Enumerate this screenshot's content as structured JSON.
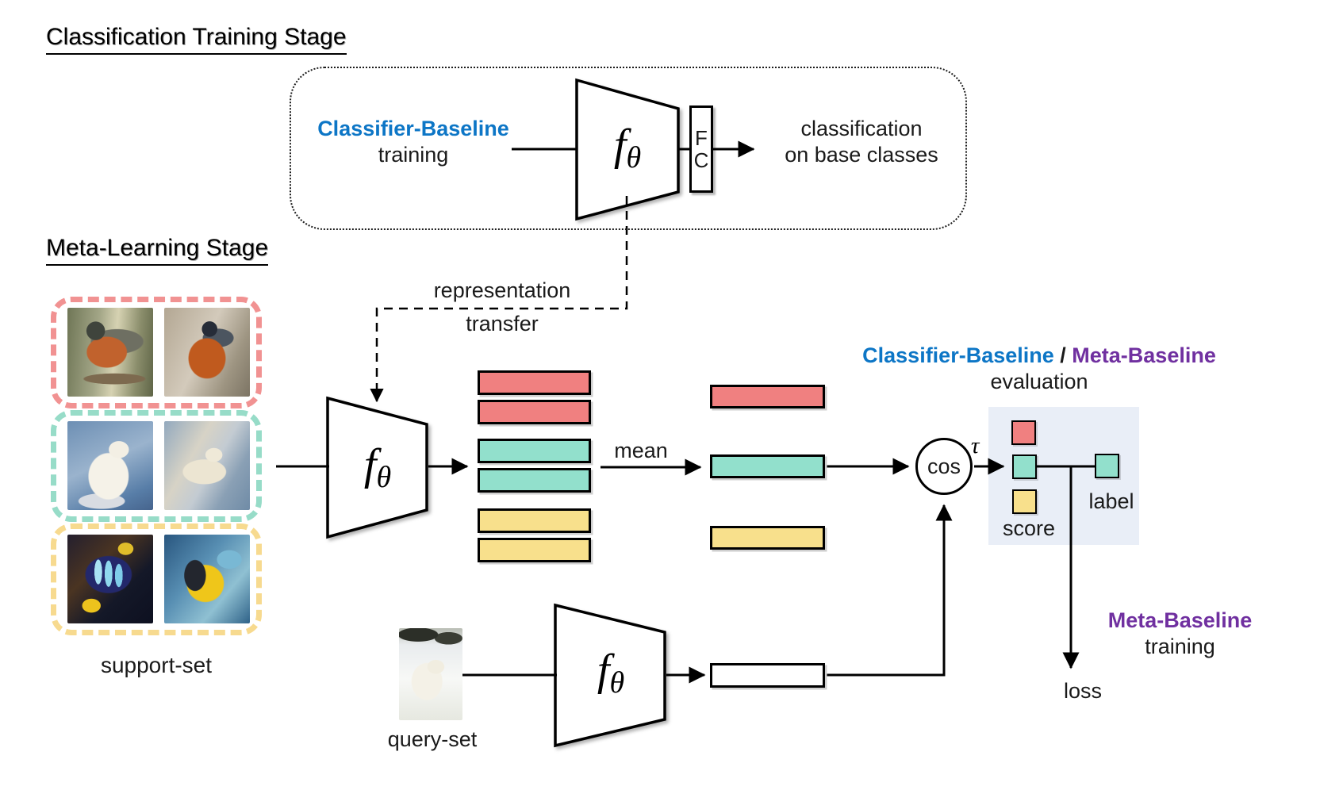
{
  "colors": {
    "accent_blue": "#0D76C6",
    "accent_purple": "#7030A0",
    "class_red": "#F08080",
    "class_teal": "#92E0CC",
    "class_yellow": "#F8E08C",
    "support_border_red": "#F19292",
    "support_border_teal": "#97DCC8",
    "support_border_yellow": "#F7DA8F",
    "eval_box_bg": "#E9EEF7"
  },
  "encoder": {
    "f": "f",
    "theta": "θ"
  },
  "classification_stage": {
    "title": "Classification Training Stage",
    "model_name": "Classifier-Baseline",
    "model_mode": "training",
    "fc": [
      "F",
      "C"
    ],
    "output_line1": "classification",
    "output_line2": "on base classes"
  },
  "meta_stage": {
    "title": "Meta-Learning Stage",
    "transfer_line1": "representation",
    "transfer_line2": "transfer",
    "support_label": "support-set",
    "query_label": "query-set",
    "mean_label": "mean",
    "cos_label": "cos",
    "tau_label": "τ",
    "eval_title_left": "Classifier-Baseline",
    "eval_title_sep": " / ",
    "eval_title_right": "Meta-Baseline",
    "eval_subtitle": "evaluation",
    "score_label": "score",
    "label_label": "label",
    "loss_label": "loss",
    "train_name": "Meta-Baseline",
    "train_mode": "training"
  }
}
